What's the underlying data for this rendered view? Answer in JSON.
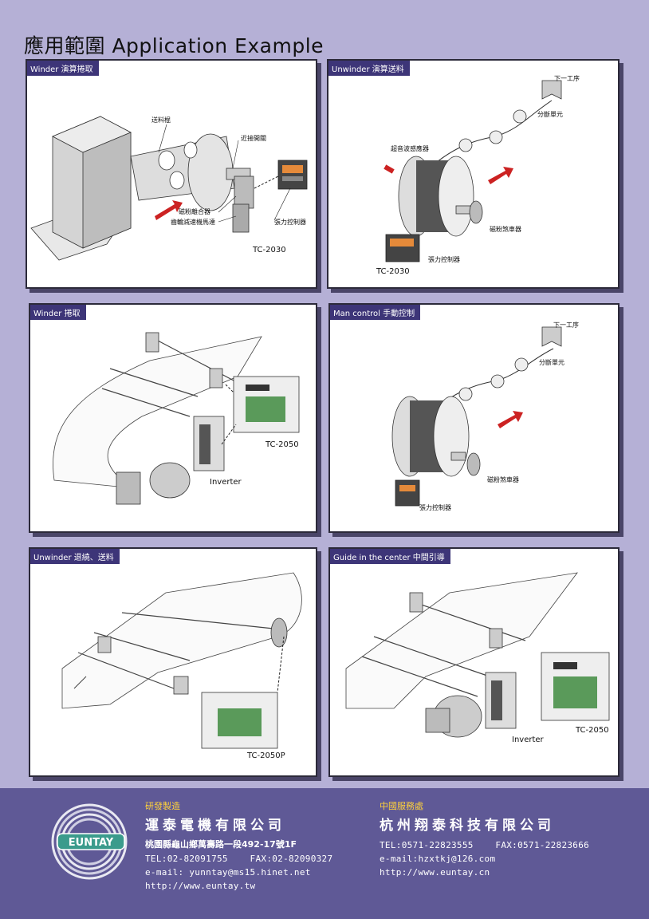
{
  "page": {
    "title": "應用範圍 Application Example",
    "background": "#b5b0d6",
    "footer_color": "#5f5996",
    "label_color": "#3d3578",
    "arrow_color": "#cc2222"
  },
  "panels": [
    {
      "label": "Winder 演算捲取",
      "model": "TC-2030",
      "callouts": [
        "送料棍",
        "近接開關",
        "磁粉離合器",
        "齒輪減速機馬達",
        "張力控制器"
      ]
    },
    {
      "label": "Unwinder 演算送料",
      "model": "TC-2030",
      "callouts": [
        "下一工序",
        "分斷單元",
        "超音波感應器",
        "磁粉煞車器",
        "張力控制器"
      ]
    },
    {
      "label": "Winder 捲取",
      "model": "TC-2050",
      "callouts": [
        "Inverter"
      ]
    },
    {
      "label": "Man control 手動控制",
      "callouts": [
        "下一工序",
        "分斷單元",
        "磁粉煞車器",
        "張力控制器"
      ]
    },
    {
      "label": "Unwinder 退繞、送料",
      "model": "TC-2050P"
    },
    {
      "label": "Guide in the center 中間引導",
      "model": "TC-2050",
      "callouts": [
        "Inverter"
      ]
    }
  ],
  "footer": {
    "logo_text": "EUNTAY",
    "left": {
      "heading": "研發製造",
      "company": "運泰電機有限公司",
      "address": "桃園縣龜山鄉萬壽路一段492-17號1F",
      "tel": "TEL:02-82091755",
      "fax": "FAX:02-82090327",
      "email": "e-mail: yunntay@ms15.hinet.net",
      "url": "http://www.euntay.tw"
    },
    "right": {
      "heading": "中國服務處",
      "company": "杭州翔泰科技有限公司",
      "tel": "TEL:0571-22823555",
      "fax": "FAX:0571-22823666",
      "email": "e-mail:hzxtkj@126.com",
      "url": "http://www.euntay.cn"
    }
  }
}
